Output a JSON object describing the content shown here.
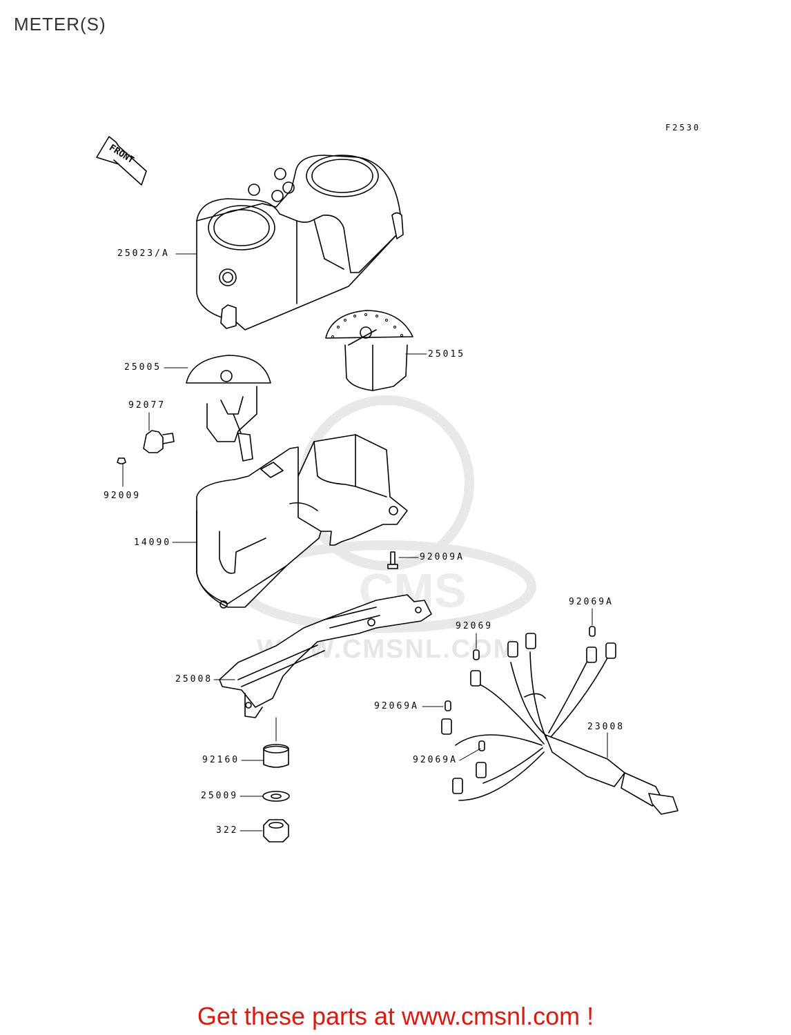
{
  "header": {
    "title": "METER(S)",
    "figure_code": "F2530"
  },
  "watermark": {
    "text": "WWW.CMSNL.COM",
    "logo": "CMS"
  },
  "front_arrow": {
    "label": "FRONT"
  },
  "callouts": {
    "c25023A": "25023/A",
    "c25005": "25005",
    "c25015": "25015",
    "c92077": "92077",
    "c92009": "92009",
    "c14090": "14090",
    "c92009A": "92009A",
    "c92069A_top": "92069A",
    "c92069": "92069",
    "c25008": "25008",
    "c92069A_mid": "92069A",
    "c23008": "23008",
    "c92069A_low": "92069A",
    "c92160": "92160",
    "c25009": "25009",
    "c322": "322"
  },
  "footer": {
    "text": "Get these parts at www.cmsnl.com !",
    "color": "#d61b12"
  }
}
